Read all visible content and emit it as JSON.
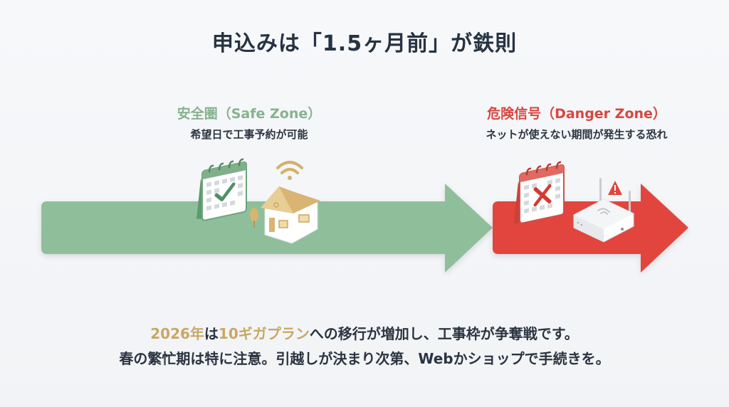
{
  "title": "申込みは「1.5ヶ月前」が鉄則",
  "safe_zone": {
    "heading": "安全圏（Safe Zone）",
    "description": "希望日で工事予約が可能",
    "color": "#8fbf9a",
    "icons": [
      "calendar-check-icon",
      "wifi-icon",
      "house-icon",
      "tree-icon"
    ]
  },
  "danger_zone": {
    "heading": "危険信号（Danger Zone）",
    "description": "ネットが使えない期間が発生する恐れ",
    "color": "#e2453d",
    "icons": [
      "calendar-x-icon",
      "router-icon",
      "warning-icon"
    ]
  },
  "footer": {
    "line1": {
      "year": "2026年",
      "part1": "は",
      "plan": "10ギガプラン",
      "part2": "への移行が増加し、工事枠が争奪戦です。"
    },
    "line2": "春の繁忙期は特に注意。引越しが決まり次第、Webかショップで手続きを。",
    "highlight_color": "#c9a865"
  }
}
